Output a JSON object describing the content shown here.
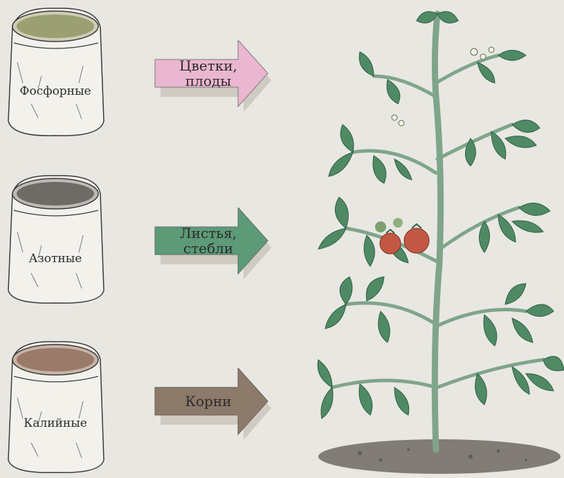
{
  "bags": [
    {
      "label": "Фосфорные",
      "fill": "#9aa071"
    },
    {
      "label": "Азотные",
      "fill": "#6d6b66"
    },
    {
      "label": "Калийные",
      "fill": "#9a7a68"
    }
  ],
  "arrows": [
    {
      "line1": "Цветки,",
      "line2": "плоды",
      "color": "#ebb6cf"
    },
    {
      "line1": "Листья,",
      "line2": "стебли",
      "color": "#5d9a78"
    },
    {
      "line1": "Корни",
      "line2": "",
      "color": "#8c7a6a"
    }
  ],
  "colors": {
    "stem": "#7fa58a",
    "leaf": "#4f8a64",
    "leaf_dark": "#2f5f43",
    "tomato": "#c25844",
    "soil": "#5e5a52"
  }
}
